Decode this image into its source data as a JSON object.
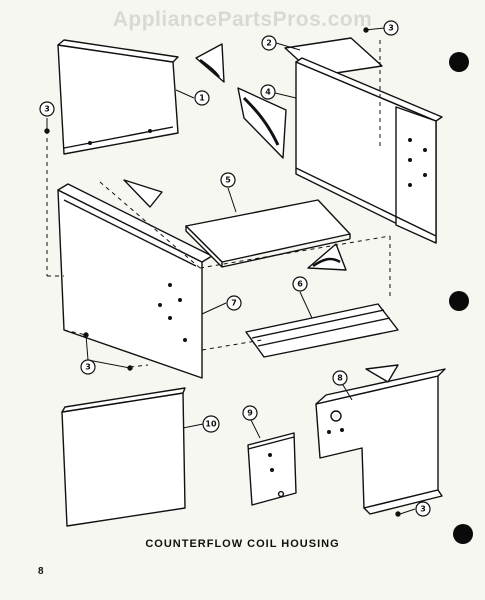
{
  "watermark": "AppliancePartsPros.com",
  "caption": "COUNTERFLOW COIL HOUSING",
  "page_number": "8",
  "callouts": {
    "c1": "1",
    "c2": "2",
    "c3a": "3",
    "c3b": "3",
    "c3c": "3",
    "c3d": "3",
    "c4": "4",
    "c5": "5",
    "c6": "6",
    "c7": "7",
    "c8": "8",
    "c9": "9",
    "c10": "10"
  }
}
